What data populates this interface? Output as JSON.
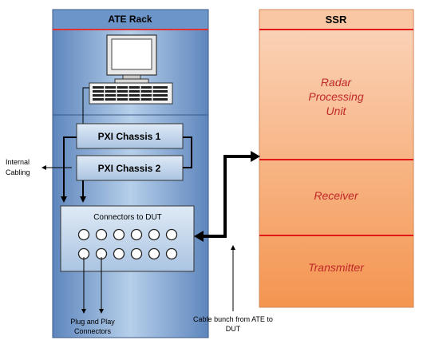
{
  "ate_rack": {
    "title": "ATE Rack",
    "chassis_1": "PXI Chassis 1",
    "chassis_2": "PXI Chassis 2",
    "connector_panel_title": "Connectors to DUT",
    "connector_rows": 2,
    "connectors_per_row": 6
  },
  "ssr": {
    "title": "SSR",
    "sections": [
      {
        "lines": [
          "Radar",
          "Processing",
          "Unit"
        ]
      },
      {
        "lines": [
          "Receiver"
        ]
      },
      {
        "lines": [
          "Transmitter"
        ]
      }
    ]
  },
  "annotations": {
    "internal_cabling": [
      "Internal",
      "Cabling"
    ],
    "plug_and_play": [
      "Plug and Play",
      "Connectors"
    ],
    "cable_bunch": [
      "Cable bunch from ATE to",
      "DUT"
    ]
  },
  "colors": {
    "rack_blue": "#6b94c8",
    "rack_highlight": "#b4cde8",
    "rack_red_line": "#e03030",
    "ssr_orange_top": "#f9cfb2",
    "ssr_orange_bottom": "#f59a5a",
    "ssr_red_line": "#e01818",
    "ssr_text": "#c0282a"
  }
}
